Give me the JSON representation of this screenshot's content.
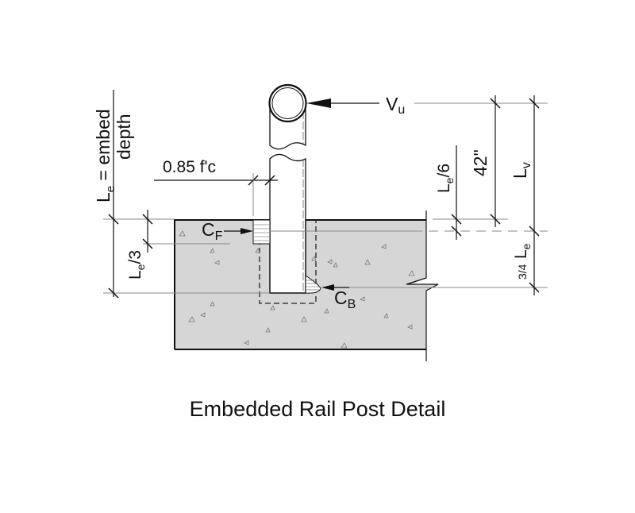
{
  "title": "Embedded Rail Post Detail",
  "labels": {
    "embed_depth_main": "L",
    "embed_depth_sub": "e",
    "embed_depth_rest": " = embed",
    "embed_depth_line2": "depth",
    "stress": "0.85 f'c",
    "shear_main": "V",
    "shear_sub": "u",
    "cf_main": "C",
    "cf_sub": "F",
    "cb_main": "C",
    "cb_sub": "B",
    "le3_main": "L",
    "le3_sub": "e",
    "le3_rest": "/3",
    "le6_main": "L",
    "le6_sub": "e",
    "le6_rest": "/6",
    "height_42": "42\"",
    "lv_main": "L",
    "lv_sub": "v",
    "three_quarter_frac": "3/4",
    "three_quarter_main": "L",
    "three_quarter_sub": "e"
  },
  "colors": {
    "concrete": "#d6d6d6",
    "line": "#111111",
    "dim_line": "#8a8a8a",
    "aggregate": "#777777"
  }
}
